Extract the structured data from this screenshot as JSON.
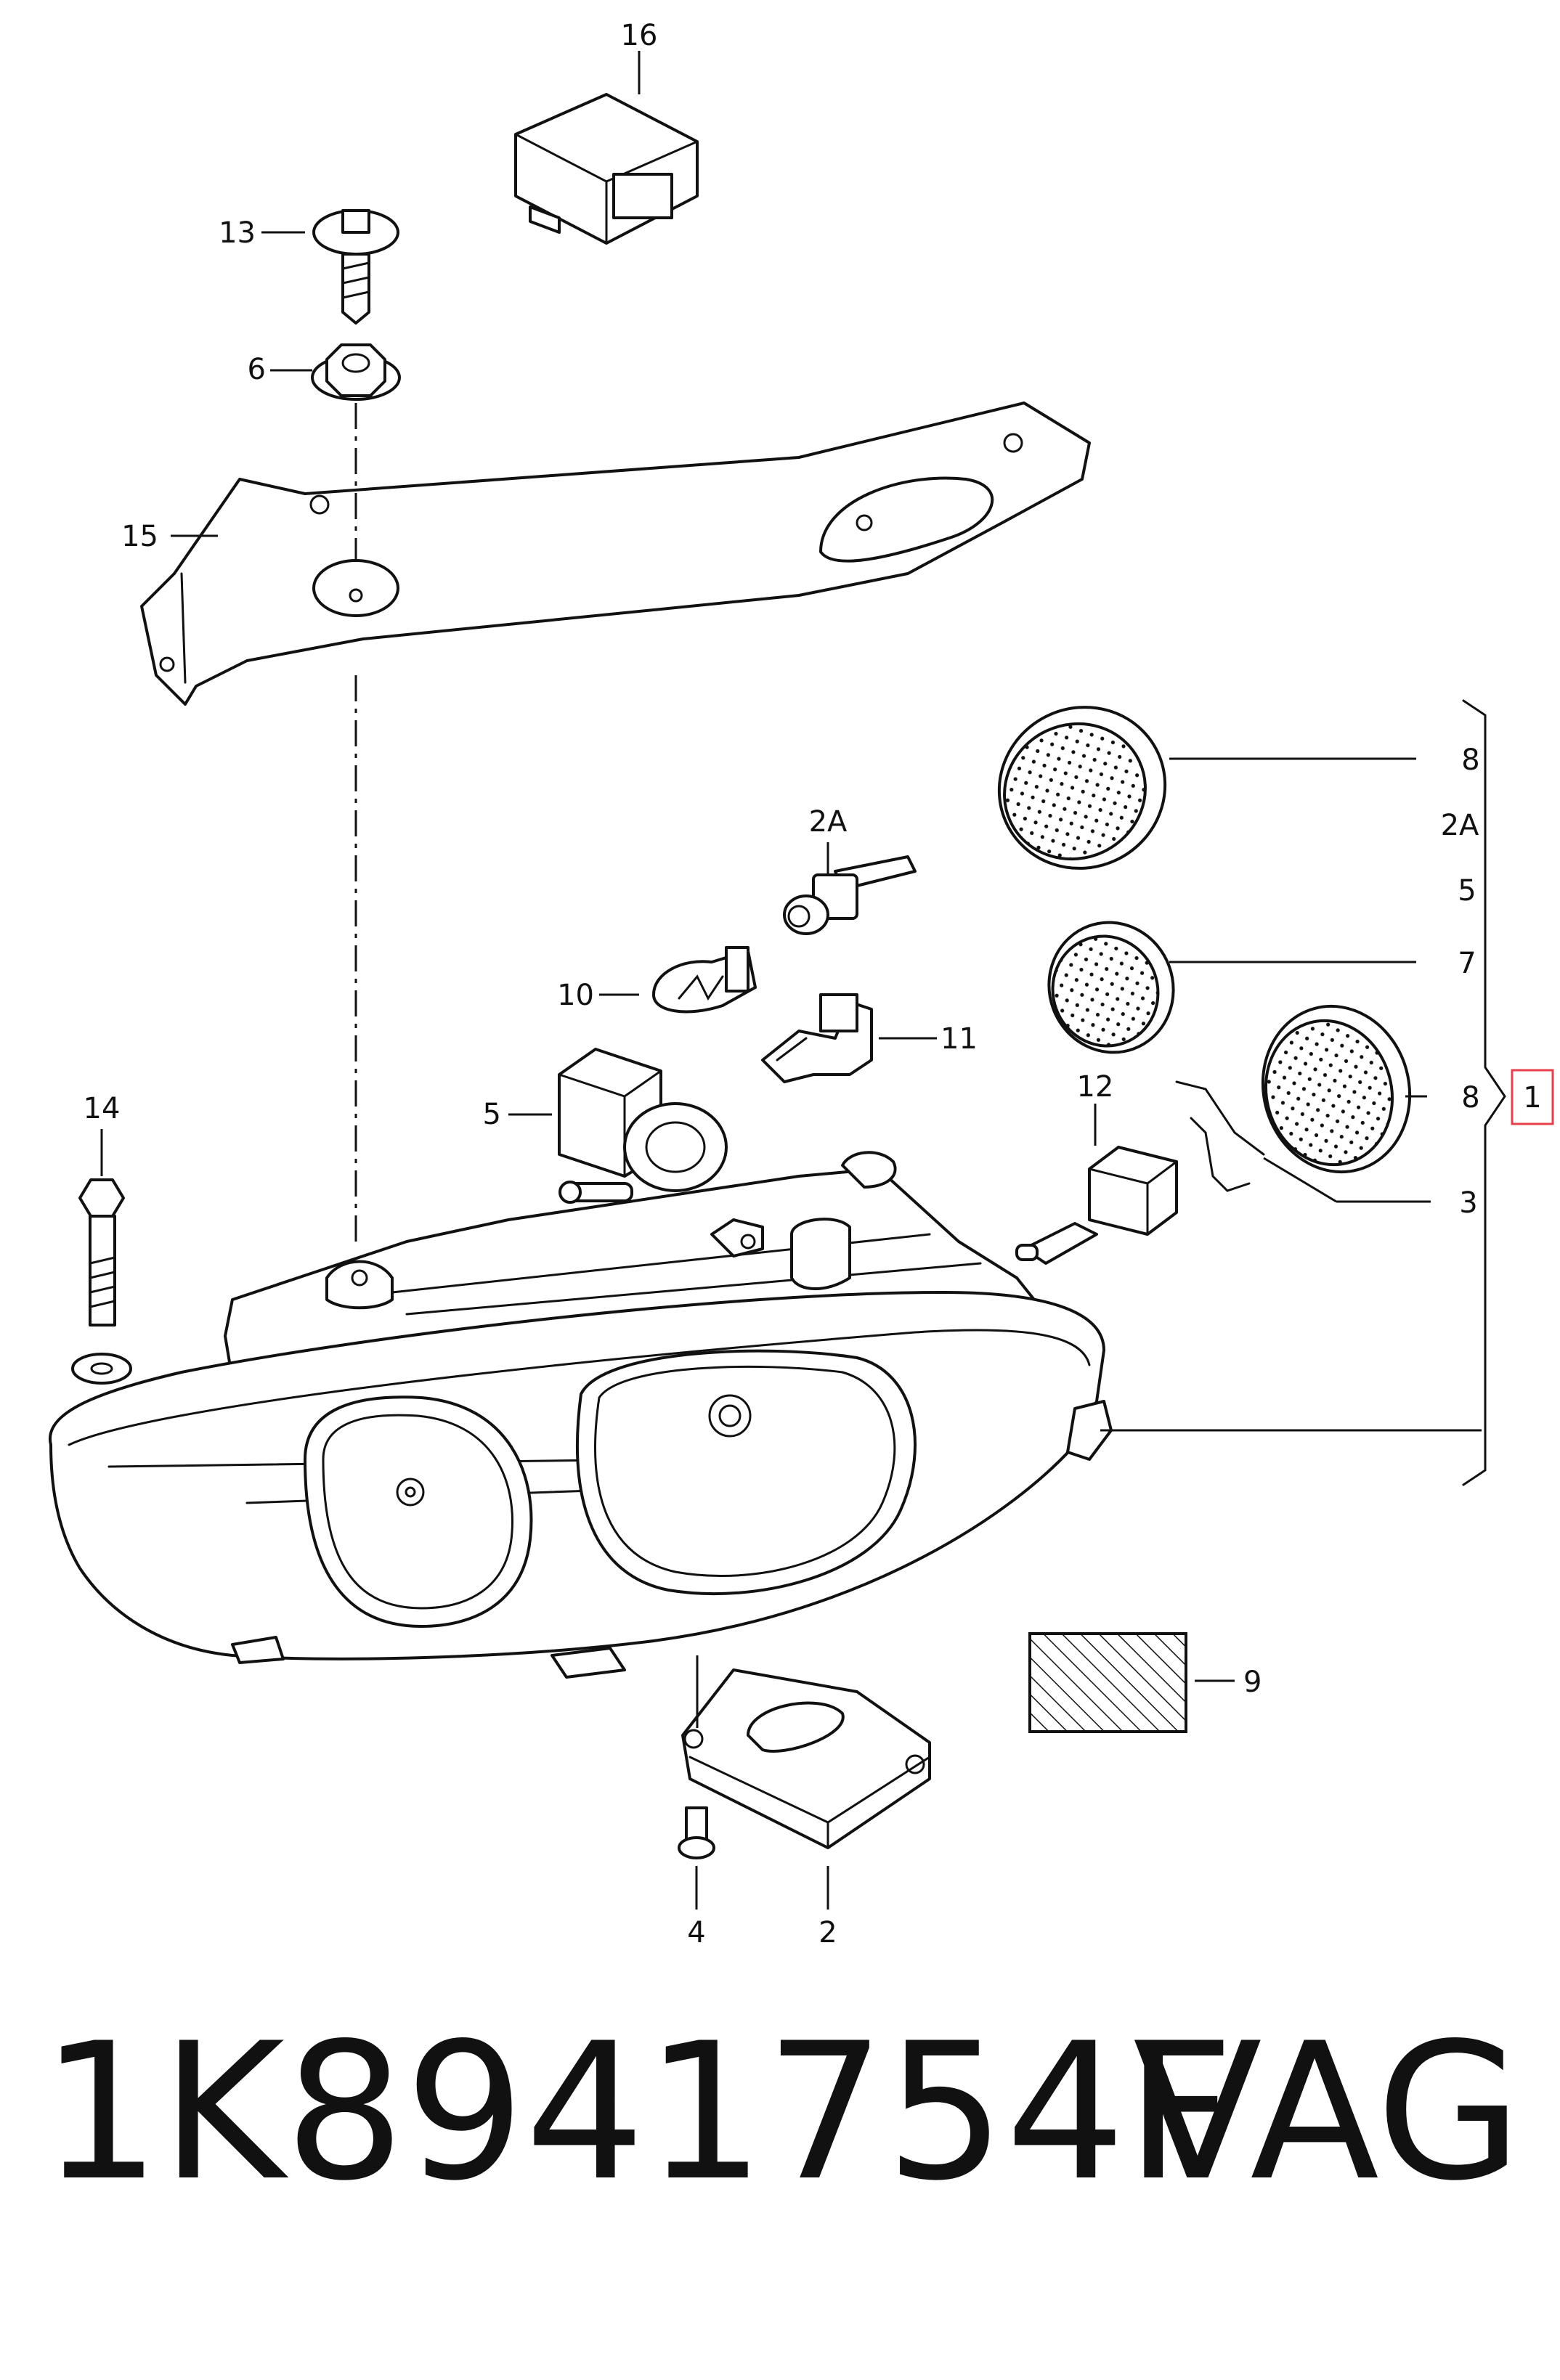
{
  "diagram": {
    "callouts": {
      "c16": "16",
      "c13": "13",
      "c6": "6",
      "c15": "15",
      "c8a": "8",
      "c2A_right": "2A",
      "c5_right": "5",
      "c7": "7",
      "c8b": "8",
      "c1": "1",
      "c3": "3",
      "c2A": "2A",
      "c10": "10",
      "c11": "11",
      "c12": "12",
      "c5": "5",
      "c14": "14",
      "c9": "9",
      "c4": "4",
      "c2": "2"
    },
    "highlight_color": "#e8404a"
  },
  "footer": {
    "part_number": "1K8941754F",
    "brand": "VAG"
  }
}
